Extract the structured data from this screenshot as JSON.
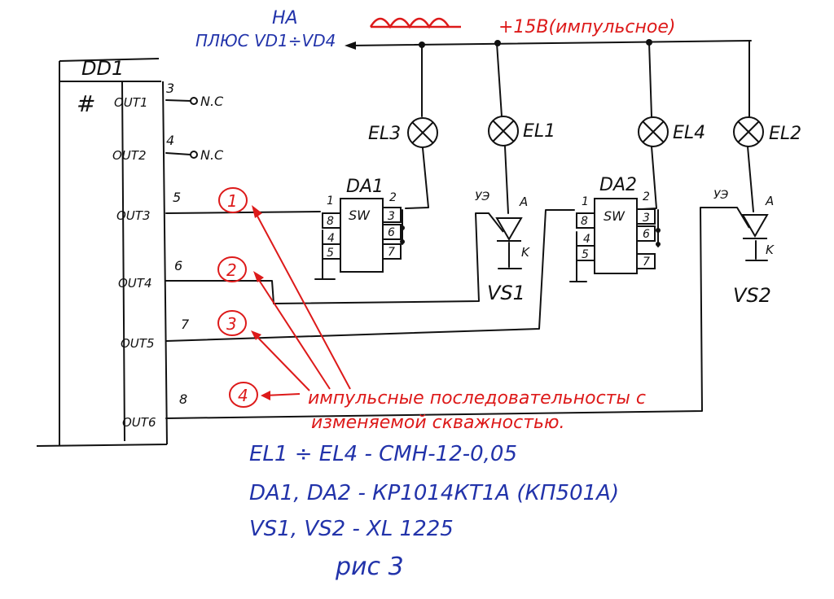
{
  "colors": {
    "ink": "#2233aa",
    "red": "#dd1a1a",
    "wire": "#111111",
    "paper": "#ffffff"
  },
  "supply": {
    "target_line1": "НА",
    "target_line2": "ПЛЮС VD1÷VD4",
    "voltage_label": "+15В(импульсное)"
  },
  "dd1": {
    "name": "DD1",
    "hash": "#",
    "outputs": [
      {
        "label": "OUT1",
        "pin": "3",
        "nc": "N.C"
      },
      {
        "label": "OUT2",
        "pin": "4",
        "nc": "N.C"
      },
      {
        "label": "OUT3",
        "pin": "5",
        "marker": "1"
      },
      {
        "label": "OUT4",
        "pin": "6",
        "marker": "2"
      },
      {
        "label": "OUT5",
        "pin": "7",
        "marker": "3"
      },
      {
        "label": "OUT6",
        "pin": "8",
        "marker": "4"
      }
    ]
  },
  "switches": [
    {
      "name": "DA1",
      "core": "SW",
      "pins_left": [
        "1",
        "8",
        "4",
        "5"
      ],
      "pins_right": [
        "2",
        "3",
        "6",
        "7"
      ]
    },
    {
      "name": "DA2",
      "core": "SW",
      "pins_left": [
        "1",
        "8",
        "4",
        "5"
      ],
      "pins_right": [
        "2",
        "3",
        "6",
        "7"
      ]
    }
  ],
  "lamps": [
    "EL1",
    "EL2",
    "EL3",
    "EL4"
  ],
  "thyristors": [
    {
      "name": "VS1",
      "gate": "УЭ",
      "anode": "A",
      "cathode": "K"
    },
    {
      "name": "VS2",
      "gate": "УЭ",
      "anode": "A",
      "cathode": "K"
    }
  ],
  "annotation": {
    "line1": "импульсные последовательносты с",
    "line2": "изменяемой скважностью."
  },
  "parts_list": [
    "EL1 ÷ EL4  -  СМН-12-0,05",
    "DA1, DA2  -  КР1014КТ1А (КП501А)",
    "VS1, VS2  -  XL 1225"
  ],
  "caption": "рис 3"
}
